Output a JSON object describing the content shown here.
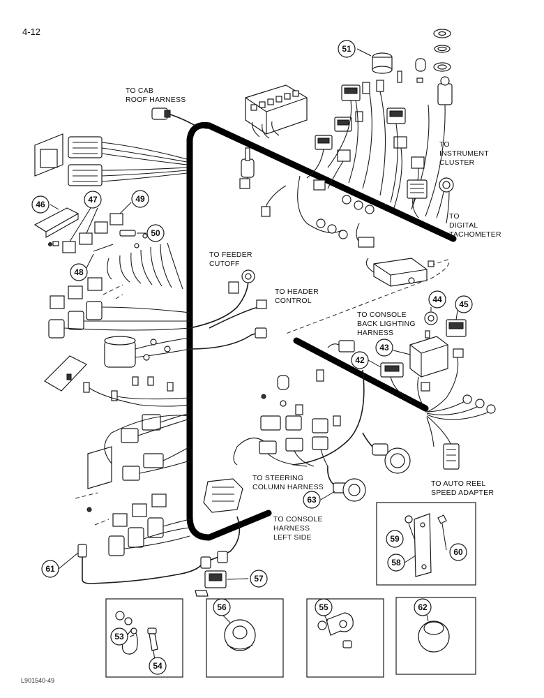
{
  "page_number": "4-12",
  "figure_id": "L901540-49",
  "labels": {
    "cab_roof": [
      "TO CAB",
      "ROOF HARNESS"
    ],
    "instrument": [
      "TO",
      "INSTRUMENT",
      "CLUSTER"
    ],
    "digital_tach": [
      "TO",
      "DIGITAL",
      "TACHOMETER"
    ],
    "feeder_cutoff": [
      "TO FEEDER",
      "CUTOFF"
    ],
    "header_control": [
      "TO HEADER",
      "CONTROL"
    ],
    "console_backlight": [
      "TO CONSOLE",
      "BACK LIGHTING",
      "HARNESS"
    ],
    "steering_column": [
      "TO STEERING",
      "COLUMN HARNESS"
    ],
    "auto_reel": [
      "TO AUTO REEL",
      "SPEED ADAPTER"
    ],
    "console_left": [
      "TO CONSOLE",
      "HARNESS",
      "LEFT SIDE"
    ]
  },
  "callouts": {
    "c51": "51",
    "c46": "46",
    "c47": "47",
    "c49": "49",
    "c50": "50",
    "c48": "48",
    "c44": "44",
    "c45": "45",
    "c43": "43",
    "c42": "42",
    "c63": "63",
    "c59": "59",
    "c60": "60",
    "c58": "58",
    "c61": "61",
    "c57": "57",
    "c56": "56",
    "c55": "55",
    "c53": "53",
    "c54": "54",
    "c62": "62"
  }
}
